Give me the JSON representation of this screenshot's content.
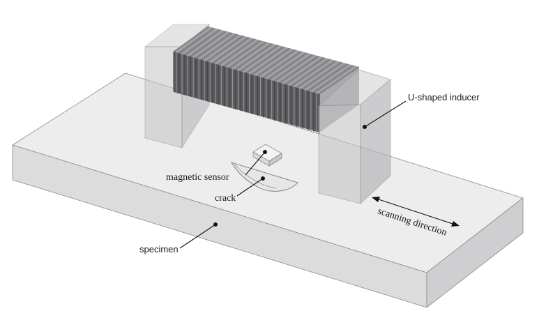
{
  "labels": {
    "inducer": "U-shaped inducer",
    "sensor": "magnetic sensor",
    "crack": "crack",
    "scanning": "scanning direction",
    "specimen": "specimen"
  },
  "colors": {
    "specimen_top": "#ededee",
    "specimen_front": "#dcdcdd",
    "specimen_side": "#cfcfd1",
    "leg_face": "#c4c4c6",
    "leg_side": "#b2b2b4",
    "coil_dark": "#5b5b5e",
    "coil_light": "#8e8e92"
  }
}
